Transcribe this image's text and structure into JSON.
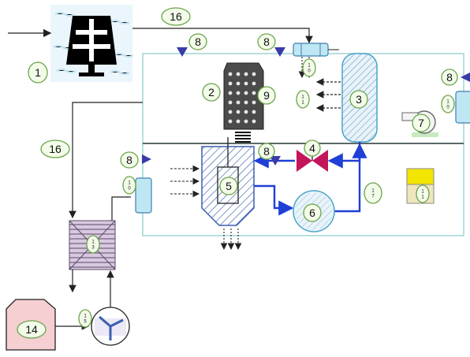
{
  "diagram": {
    "labels": {
      "n1": "1",
      "n2": "2",
      "n3": "3",
      "n4": "4",
      "n5": "5",
      "n6": "6",
      "n7": "7",
      "n8": "8",
      "n9": "9",
      "n14": "14",
      "n16": "16",
      "n10": "1\n0",
      "n11": "1\n1",
      "n13": "1\n3",
      "n15": "1\n5",
      "n17": "1\n7"
    },
    "colors": {
      "solar_panel": "#000000",
      "sky_pattern": "#c6e6f5",
      "main_pipe": "#1f3fd6",
      "line": "#222222",
      "box_border": "#9fd6d4",
      "tank_fill": "#d6eef7",
      "valve": "#c4145a",
      "label_border": "#6ba34a",
      "label_fill": "#f3fbe9",
      "marker": "#3a3aa8",
      "hx_fill": "#d8c8e0",
      "biomass_fill": "#f5cfd2",
      "battery_top": "#f2e600",
      "battery_bottom": "#efe6bd"
    }
  }
}
